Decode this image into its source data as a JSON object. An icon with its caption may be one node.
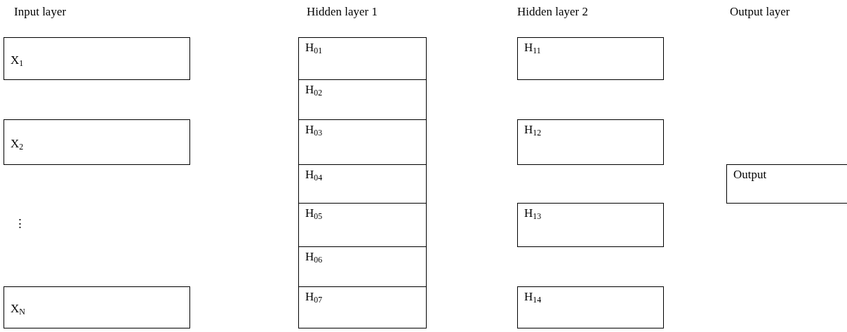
{
  "diagram": {
    "nodes": [
      {
        "text": [
          "X$_{1}$"
        ]
      },
      {
        "text": [
          "X$_{2}$"
        ]
      },
      {
        "text": [
          "X$_{N}$"
        ]
      },
      {
        "text": [
          "H$_{01}$"
        ]
      },
      {
        "text": [
          "H$_{02}$"
        ]
      },
      {
        "text": [
          "H$_{03}$"
        ]
      },
      {
        "text": [
          "H$_{04}$"
        ]
      },
      {
        "text": [
          "H$_{05}$"
        ]
      },
      {
        "text": [
          "H$_{06}$"
        ]
      },
      {
        "text": [
          "H$_{07}$"
        ]
      },
      {
        "text": [
          "H$_{11}$"
        ]
      },
      {
        "text": [
          "H$_{12}$"
        ]
      },
      {
        "text": [
          "H$_{13}$"
        ]
      },
      {
        "text": [
          "H$_{14}$"
        ]
      },
      {
        "text": [
          "Output"
        ]
      }
    ],
    "labels": [
      "Input layer",
      "Hidden layer 1",
      "Hidden layer 2",
      "Output layer",
      "⋮"
    ]
  }
}
